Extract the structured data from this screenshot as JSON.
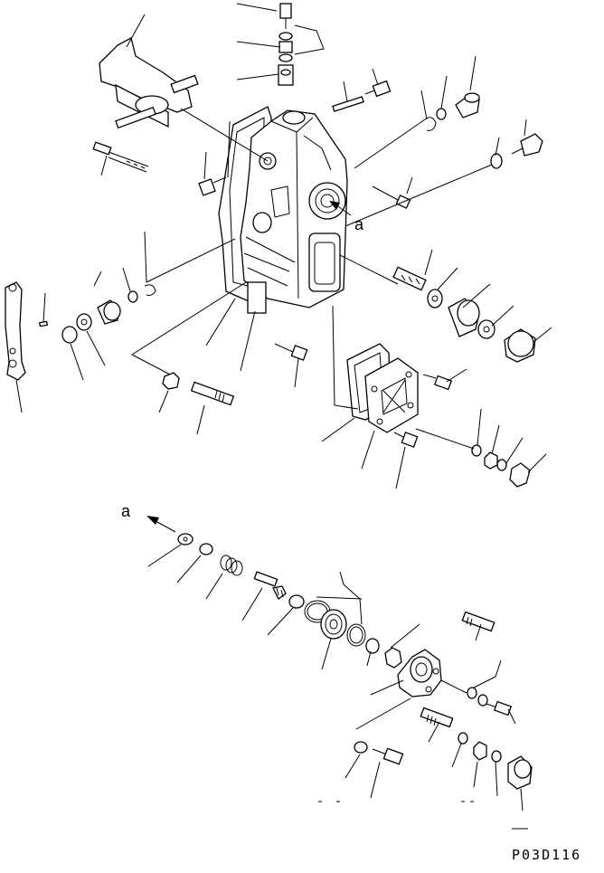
{
  "diagram": {
    "view_label_top": "a",
    "view_label_bottom": "a",
    "drawing_code": "P03D116"
  },
  "colors": {
    "ink": "#000000",
    "paper": "#ffffff"
  }
}
